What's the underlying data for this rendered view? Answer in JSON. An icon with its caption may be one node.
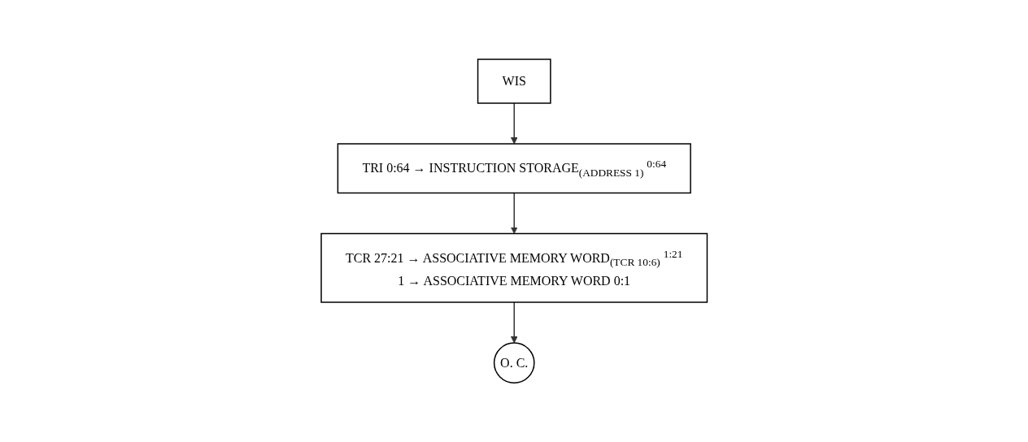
{
  "diagram": {
    "nodes": [
      {
        "text": [
          "WIS"
        ]
      },
      {
        "text": [
          "TRI 0:64 → INSTRUCTION STORAGE$_{(ADDRESS 1)}$ $^{0:64}$"
        ]
      },
      {
        "text": [
          "TCR 27:21 → ASSOCIATIVE MEMORY WORD$_{(TCR 10:6)}$ $^{1:21}$",
          "1 → ASSOCIATIVE MEMORY WORD 0:1"
        ]
      },
      {
        "text": [
          "O. C."
        ]
      }
    ],
    "edges": [
      {
        "from": 0,
        "to": 1,
        "arrow": "to"
      },
      {
        "from": 1,
        "to": 2,
        "arrow": "to"
      },
      {
        "from": 2,
        "to": 3,
        "arrow": "to"
      }
    ]
  }
}
